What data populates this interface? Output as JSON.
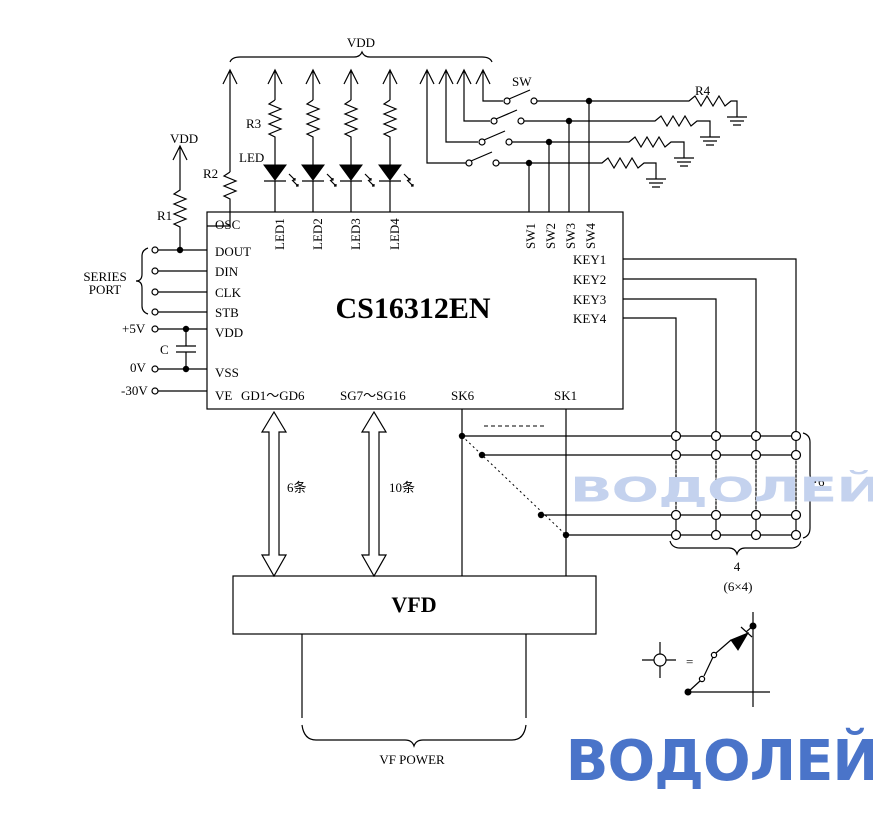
{
  "chip": {
    "name": "CS16312EN"
  },
  "vfd": {
    "label": "VFD",
    "power": "VF POWER"
  },
  "supply": {
    "vdd_top": "VDD",
    "vdd_left": "VDD",
    "plus5": "+5V",
    "zero": "0V",
    "minus30": "-30V"
  },
  "series_port": {
    "line1": "SERIES",
    "line2": "PORT"
  },
  "components": {
    "r1": "R1",
    "r2": "R2",
    "r3": "R3",
    "r4": "R4",
    "led": "LED",
    "sw": "SW",
    "c": "C"
  },
  "left_pins": [
    "OSC",
    "DOUT",
    "DIN",
    "CLK",
    "STB",
    "VDD",
    "VSS",
    "VE"
  ],
  "bottom_pins": {
    "gd": "GD1～GD6",
    "sg": "SG7～SG16",
    "sk6": "SK6",
    "sk1": "SK1"
  },
  "led_pins": [
    "LED1",
    "LED2",
    "LED3",
    "LED4"
  ],
  "sw_pins": [
    "SW1",
    "SW2",
    "SW3",
    "SW4"
  ],
  "key_pins": [
    "KEY1",
    "KEY2",
    "KEY3",
    "KEY4"
  ],
  "bus": {
    "gd_count": "6条",
    "sg_count": "10条"
  },
  "matrix": {
    "rows_label": "6",
    "cols_label": "4",
    "size_label": "(6×4)"
  },
  "legend": {
    "equals": "="
  },
  "watermark": {
    "text": "ВОДОЛЕЙ"
  }
}
